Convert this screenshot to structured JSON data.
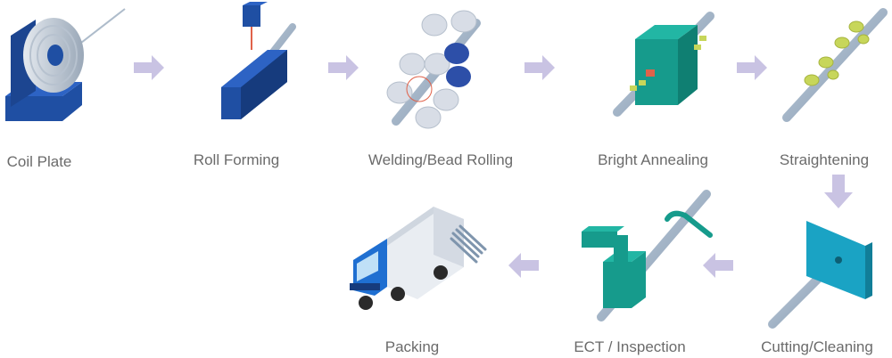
{
  "steps": [
    {
      "label": "Coil Plate"
    },
    {
      "label": "Roll Forming"
    },
    {
      "label": "Welding/Bead Rolling"
    },
    {
      "label": "Bright Annealing"
    },
    {
      "label": "Straightening"
    },
    {
      "label": "Cutting/Cleaning"
    },
    {
      "label": "ECT / Inspection"
    },
    {
      "label": "Packing"
    }
  ],
  "colors": {
    "label": "#6b6b6b",
    "arrow": "#c9c3e3",
    "machine_blue": "#1f4fa3",
    "machine_dark": "#163b7d",
    "teal": "#169b8c",
    "tube": "#9fb3c8",
    "roller_light": "#d8dde6",
    "yellow": "#c7d65a"
  }
}
